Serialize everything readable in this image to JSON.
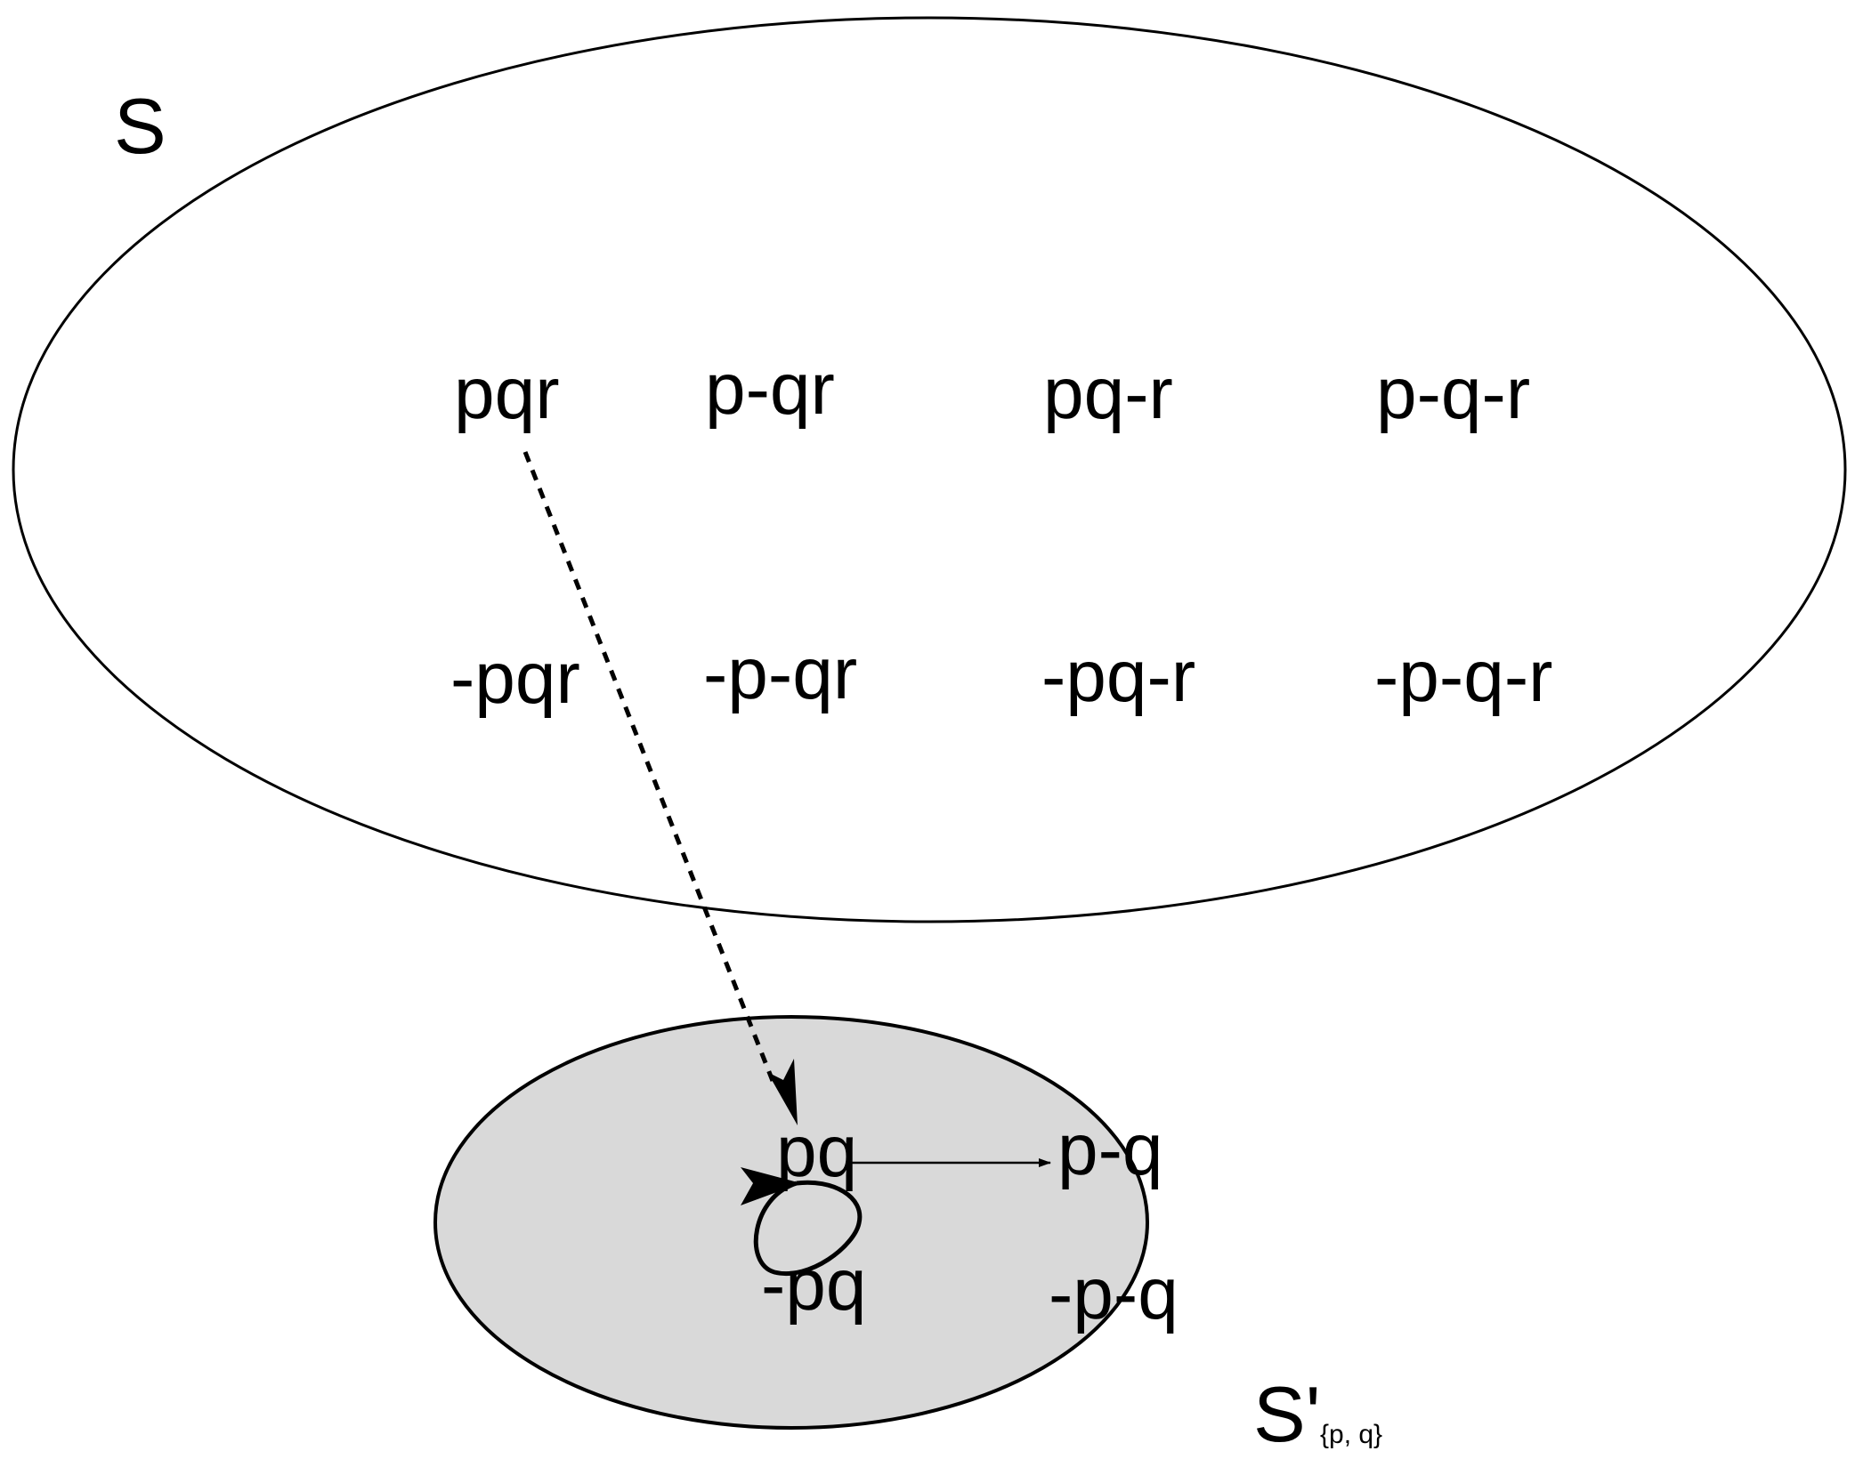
{
  "set_s": {
    "label": "S",
    "states": {
      "pqr": "pqr",
      "p_qr": "p-qr",
      "pq_r": "pq-r",
      "p_q_r": "p-q-r",
      "npqr": "-pqr",
      "np_qr": "-p-qr",
      "npq_r": "-pq-r",
      "np_q_r": "-p-q-r"
    }
  },
  "set_s_prime": {
    "label": "S'",
    "subscript": "{p, q}",
    "fill_color": "#d9d9d9",
    "states": {
      "pq": "pq",
      "p_q": "p-q",
      "npq": "-pq",
      "np_q": "-p-q"
    }
  },
  "colors": {
    "stroke": "#000000",
    "background": "#ffffff"
  }
}
